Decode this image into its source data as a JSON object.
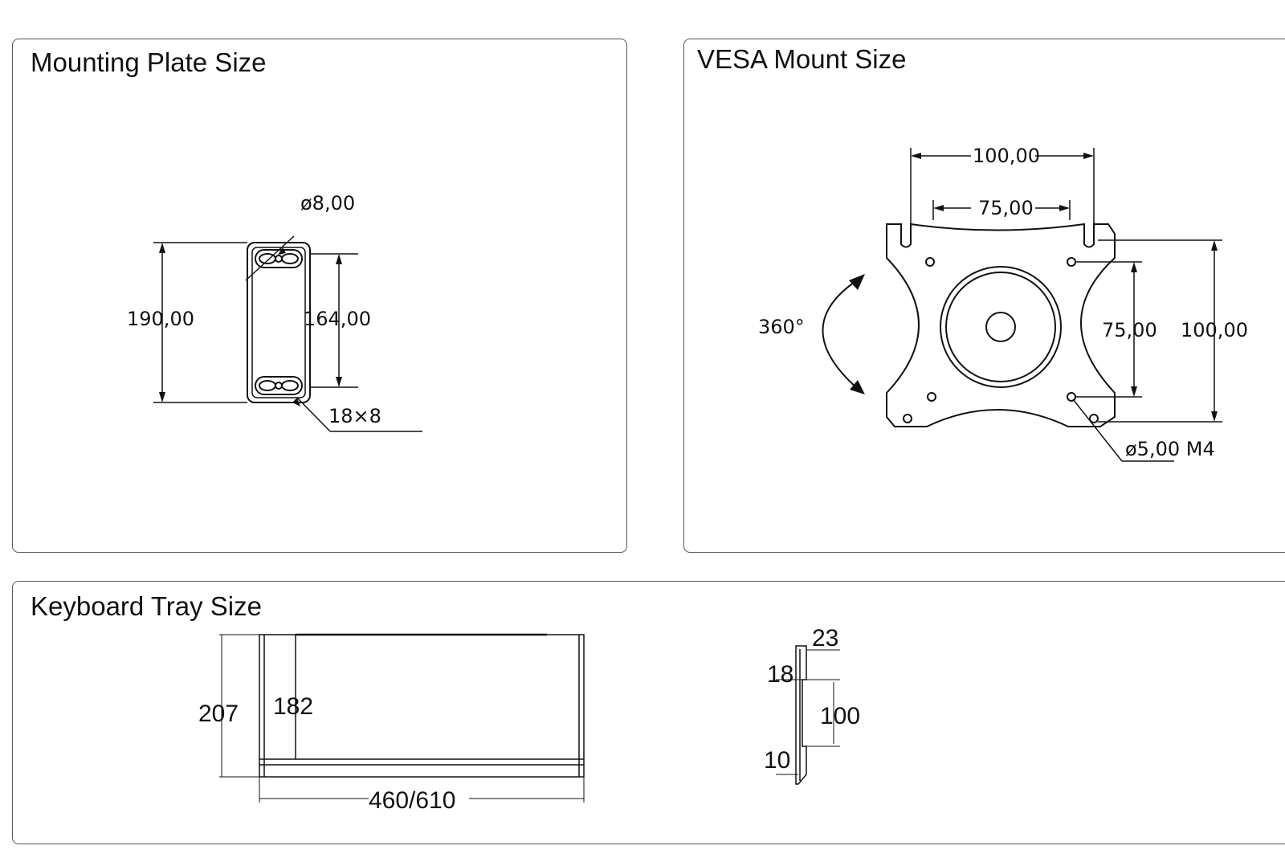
{
  "panels": {
    "mounting_plate": {
      "title": "Mounting Plate Size",
      "dims": {
        "hole": "ø8,00",
        "height_outer": "190,00",
        "height_inner": "164,00",
        "slot": "18×8"
      }
    },
    "vesa": {
      "title": "VESA Mount Size",
      "dims": {
        "top_outer": "100,00",
        "top_inner": "75,00",
        "rotation": "360°",
        "right_inner": "75,00",
        "right_outer": "100,00",
        "hole": "ø5,00 M4"
      }
    },
    "keyboard_tray": {
      "title": "Keyboard Tray Size",
      "dims": {
        "height_outer": "207",
        "height_inner": "182",
        "width": "460/610",
        "side_top": "23",
        "side_a": "18",
        "side_mid": "100",
        "side_b": "10"
      }
    }
  },
  "colors": {
    "line": "#111111",
    "border": "#555555",
    "background": "#ffffff"
  }
}
